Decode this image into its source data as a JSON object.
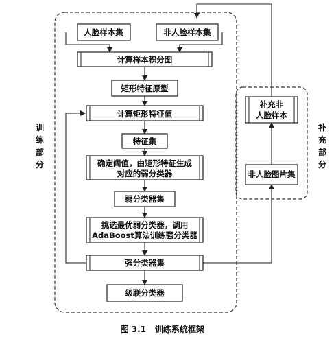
{
  "diagram": {
    "boxes": {
      "face": "人脸样本集",
      "nonface": "非人脸样本集",
      "integral": "计算样本积分图",
      "rect": "矩形特征原型",
      "rectval": "计算矩形特征值",
      "featset": "特征集",
      "thresh1": "确定阈值，由矩形特征生成",
      "thresh2": "对应的弱分类器",
      "weakset": "弱分类器集",
      "pick1": "挑选最优弱分类器，调用",
      "pick2": "AdaBoost算法训练强分类器",
      "strongset": "强分类器集",
      "cascade": "级联分类器",
      "supp1": "补充非",
      "supp2": "人脸样本",
      "nonfaceimg": "非人脸图片集"
    },
    "regions": {
      "train": [
        "训",
        "练",
        "部",
        "分"
      ],
      "supplement": [
        "补",
        "充",
        "部",
        "分"
      ]
    },
    "caption": {
      "number": "图 3.1",
      "title": "训练系统框架"
    }
  }
}
